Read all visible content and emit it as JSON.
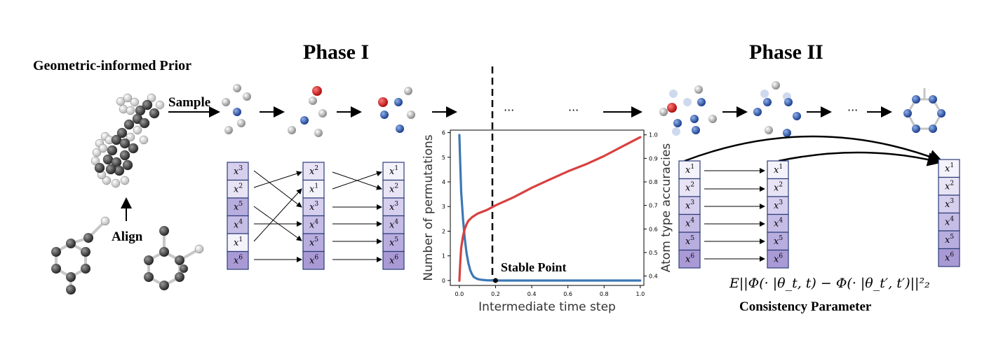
{
  "labels": {
    "phase1": "Phase I",
    "phase2": "Phase II",
    "prior": "Geometric-informed Prior",
    "sample": "Sample",
    "align": "Align",
    "stable_point": "Stable Point",
    "consistency": "Consistency Parameter",
    "ellipsis": "···",
    "formula": "E||Φ(· |θ_t, t) − Φ(· |θ_t′, t′)||²₂"
  },
  "columns": {
    "phase1_col1": [
      "3",
      "2",
      "5",
      "4",
      "1",
      "6"
    ],
    "phase1_col2": [
      "2",
      "1",
      "3",
      "4",
      "5",
      "6"
    ],
    "phase1_col3": [
      "1",
      "2",
      "3",
      "4",
      "5",
      "6"
    ],
    "phase2_col1": [
      "1",
      "2",
      "3",
      "4",
      "5",
      "6"
    ],
    "phase2_col2": [
      "1",
      "2",
      "3",
      "4",
      "5",
      "6"
    ],
    "phase2_col3": [
      "1",
      "2",
      "3",
      "4",
      "5",
      "6"
    ]
  },
  "colors": {
    "permutations_line": "#3c78b4",
    "accuracy_line": "#d94040",
    "cell_fills": [
      "#f4f2fb",
      "#e8e4f5",
      "#d6cfee",
      "#c6bde6",
      "#b8addf",
      "#a99ad6"
    ]
  },
  "chart_data": {
    "type": "line",
    "xlabel": "Intermediate time step",
    "ylabel": "Number of permutations",
    "y2label": "Atom type accuracies",
    "xlim": [
      -0.05,
      1.02
    ],
    "ylim": [
      -0.2,
      6.1
    ],
    "y2lim": [
      0.36,
      1.02
    ],
    "xticks": [
      0.0,
      0.2,
      0.4,
      0.6,
      0.8,
      1.0
    ],
    "yticks": [
      0,
      1,
      2,
      3,
      4,
      5,
      6
    ],
    "y2ticks": [
      0.4,
      0.5,
      0.6,
      0.7,
      0.8,
      0.9,
      1.0
    ],
    "stable_point_x": 0.2,
    "series": [
      {
        "axis": "left",
        "x": [
          0.0,
          0.005,
          0.01,
          0.02,
          0.03,
          0.04,
          0.05,
          0.06,
          0.07,
          0.08,
          0.1,
          0.12,
          0.15,
          0.2,
          0.3,
          0.5,
          0.7,
          1.0
        ],
        "values": [
          5.9,
          4.7,
          3.6,
          2.5,
          1.7,
          1.1,
          0.7,
          0.42,
          0.25,
          0.14,
          0.06,
          0.03,
          0.01,
          0.0,
          0.0,
          0.0,
          0.0,
          0.0
        ]
      },
      {
        "axis": "right",
        "x": [
          0.0,
          0.005,
          0.01,
          0.02,
          0.03,
          0.04,
          0.05,
          0.07,
          0.1,
          0.15,
          0.2,
          0.3,
          0.4,
          0.5,
          0.6,
          0.7,
          0.8,
          0.9,
          1.0
        ],
        "values": [
          0.38,
          0.46,
          0.52,
          0.57,
          0.6,
          0.62,
          0.635,
          0.65,
          0.665,
          0.68,
          0.7,
          0.735,
          0.775,
          0.81,
          0.845,
          0.875,
          0.91,
          0.95,
          0.99
        ]
      }
    ]
  }
}
